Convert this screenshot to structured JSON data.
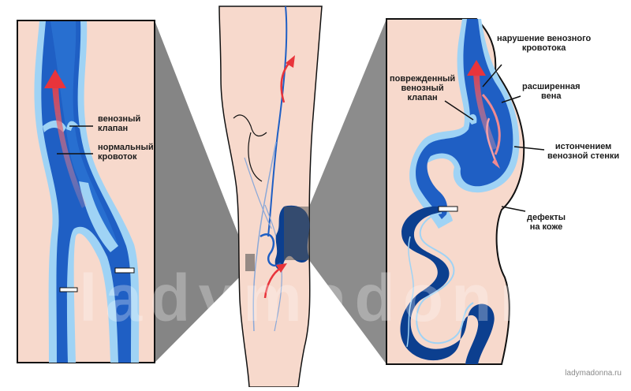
{
  "labels": {
    "venous_valve": [
      "венозный",
      "клапан"
    ],
    "normal_flow": [
      "нормальный",
      "кровоток"
    ],
    "flow_disorder": [
      "нарушение венозного",
      "кровотока"
    ],
    "damaged_valve": [
      "поврежденный",
      "венозный",
      "клапан"
    ],
    "dilated_vein": [
      "расширенная",
      "вена"
    ],
    "thinning_wall": [
      "истончением",
      "венозной стенки"
    ],
    "skin_defects": [
      "дефекты",
      "на коже"
    ]
  },
  "watermark": "ladymadonna.ru",
  "credit": "ladymadonna.ru",
  "colors": {
    "skin": "#f7d9cc",
    "vein_dark": "#0c3f8f",
    "vein_mid": "#1f5fc4",
    "vein_light": "#9fd3f5",
    "arrow_red": "#e8343b",
    "zoom_grey": "#8c8c8c"
  }
}
